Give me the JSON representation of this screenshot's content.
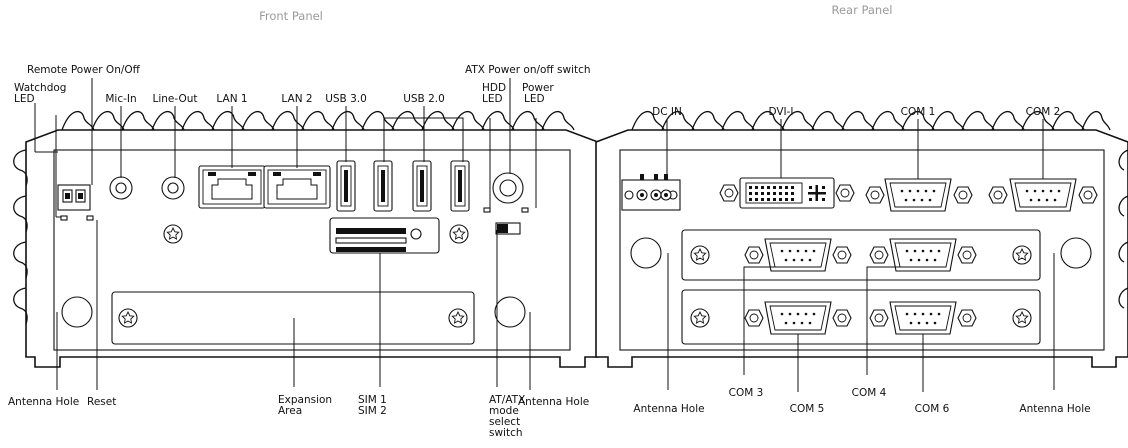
{
  "front": {
    "title": "Front Panel",
    "labels": {
      "remote_power": "Remote Power On/Off",
      "atx_power_switch": "ATX Power on/off switch",
      "watchdog_1": "Watchdog",
      "watchdog_2": "LED",
      "mic_in": "Mic-In",
      "line_out": "Line-Out",
      "lan1": "LAN 1",
      "lan2": "LAN 2",
      "usb30": "USB 3.0",
      "usb20": "USB 2.0",
      "hdd_1": "HDD",
      "hdd_2": "LED",
      "power_1": "Power",
      "power_2": "LED",
      "antenna_left": "Antenna Hole",
      "reset": "Reset",
      "expansion_1": "Expansion",
      "expansion_2": "Area",
      "sim1": "SIM 1",
      "sim2": "SIM 2",
      "atmode_1": "AT/ATX",
      "atmode_2": "mode",
      "atmode_3": "select",
      "atmode_4": "switch",
      "antenna_right": "Antenna Hole"
    }
  },
  "rear": {
    "title": "Rear Panel",
    "labels": {
      "dc_in": "DC IN",
      "dvi": "DVI-I",
      "com1": "COM 1",
      "com2": "COM 2",
      "antenna_left": "Antenna Hole",
      "com3": "COM 3",
      "com5": "COM 5",
      "com4": "COM 4",
      "com6": "COM 6",
      "antenna_right": "Antenna Hole"
    }
  }
}
